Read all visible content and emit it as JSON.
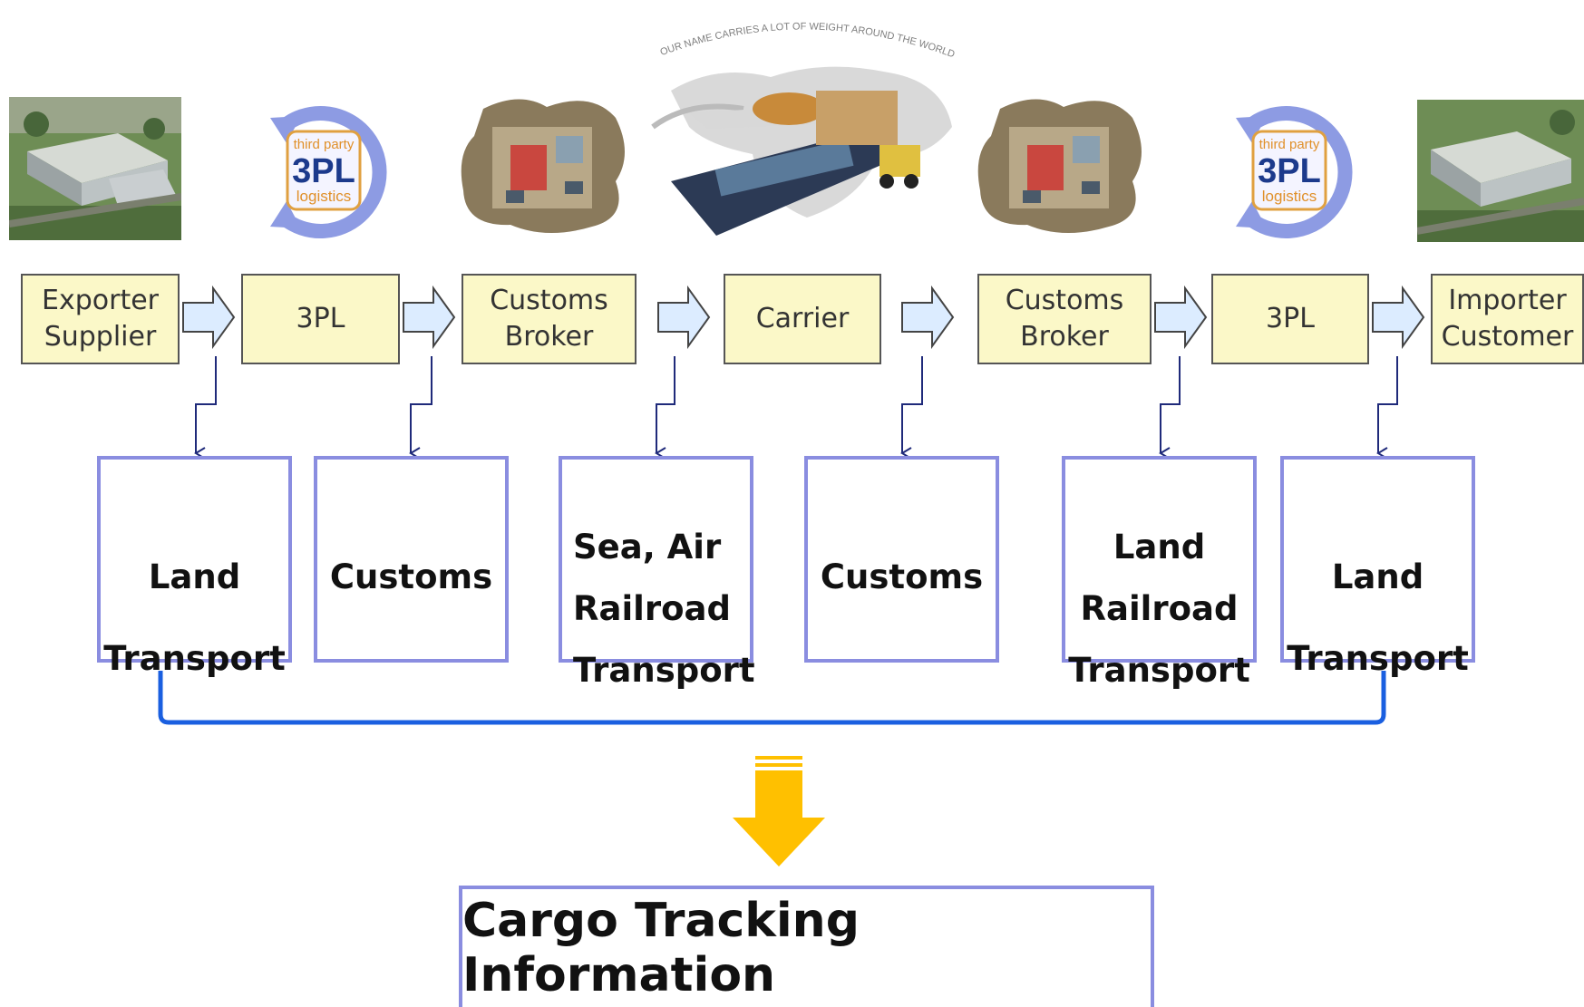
{
  "stages": [
    {
      "label": "Exporter\nSupplier"
    },
    {
      "label": "3PL"
    },
    {
      "label": "Customs\nBroker"
    },
    {
      "label": "Carrier"
    },
    {
      "label": "Customs\nBroker"
    },
    {
      "label": "3PL"
    },
    {
      "label": "Importer\nCustomer"
    }
  ],
  "modes": [
    {
      "label": "Land\nTransport"
    },
    {
      "label": "Customs"
    },
    {
      "label": "Sea, Air\nRailroad\nTransport"
    },
    {
      "label": "Customs"
    },
    {
      "label": "Land\nRailroad\nTransport"
    },
    {
      "label": "Land\nTransport"
    }
  ],
  "result": {
    "label": "Cargo Tracking Information"
  },
  "logo_3pl": {
    "line1": "third party",
    "line2": "3PL",
    "line3": "logistics"
  },
  "world_banner": {
    "text": "OUR NAME CARRIES A LOT OF WEIGHT AROUND THE WORLD"
  },
  "colors": {
    "stage_fill": "#fbf8c8",
    "mode_border": "#8a8de0",
    "bracket": "#1a5fe0",
    "down_arrow": "#ffc000",
    "chevron_fill": "#dcecff",
    "connector": "#1f2a7a"
  }
}
